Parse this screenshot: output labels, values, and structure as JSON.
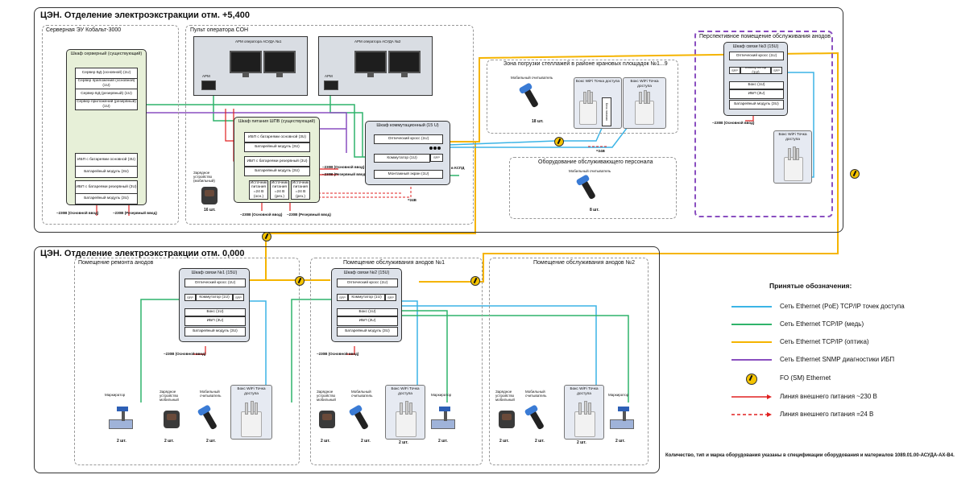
{
  "top_frame": {
    "title": "ЦЭН. Отделение электроэкстракции отм. +5,400",
    "server_room": {
      "title": "Серверная ЭУ Кобальт-3000",
      "cabinet": {
        "title": "Шкаф серверный (существующий)",
        "modules": [
          "Сервер БД (основной) (1U)",
          "Сервер приложений (основной) (1U)",
          "Сервер БД (резервный) (1U)",
          "Сервер приложений (резервный) (1U)",
          "ИБП с батареями основной (3U)",
          "Батарейный модуль (3U)",
          "ИБП с батареями резервный (3U)",
          "Батарейный модуль (3U)"
        ]
      },
      "power_main": "~230В (Основной ввод)",
      "power_reserve": "~230В (Резервный ввод)"
    },
    "operator_room": {
      "title": "Пульт оператора СОН",
      "arm1": "АРМ оператора АСУДА №1",
      "arm2": "АРМ оператора АСУДА №2",
      "arm_label": "АРМ",
      "power_cabinet": {
        "title": "Шкаф питания ШПВ (существующий)",
        "modules": [
          "ИБП с батареями основной (3U)",
          "Батарейный модуль (3U)",
          "ИБП с батареями резервный (3U)",
          "Батарейный модуль (3U)"
        ],
        "psus": [
          "Источник питания =24 В (осн.)",
          "Источник питания =24 В (рез.)",
          "Источник питания =24 В (рез.)"
        ]
      },
      "charger_label": "Зарядное устройство (мобильный)",
      "charger_qty": "16 шт.",
      "power_main": "~230В (Основной ввод)",
      "power_reserve": "~230В (Резервный ввод)",
      "power_main_2": "~230В (Основной ввод)",
      "power_reserve_2": "~230В (Резервный ввод)"
    },
    "comm_cabinet": {
      "title": "Шкаф коммутационный (15 U)",
      "modules": [
        "Оптический кросс (1U)",
        "Коммутатор (1U)",
        "Монтажный экран (1U)"
      ],
      "sfp": "SFP",
      "kspd": "в КСПД",
      "dc": "=24В"
    },
    "loading_zone": {
      "title": "Зона погрузки стеллажей в районе крановых площадок №1...9",
      "scanner_label": "Мобильный считыватель",
      "scanner_qty": "18 шт.",
      "ap_box_title": "Бокс WiFi Точка доступа",
      "ap_box_title_2": "Бокс WiFi",
      "ap_inner": "Блок питания",
      "dc": "=24В"
    },
    "staff_zone": {
      "title": "Оборудование обслуживающего персонала",
      "scanner_label": "Мобильный считыватель",
      "scanner_qty": "8 шт."
    },
    "perspective_room": {
      "title": "Перспективное помещение обслуживания анодов",
      "cabinet": {
        "title": "Шкаф связи №3 (15U)",
        "modules": [
          "Оптический кросс (1U)",
          "Коммутатор (1U)",
          "Бокс (1U)",
          "ИБП (3U)",
          "Батарейный модуль (3U)"
        ],
        "sfp": "SFP"
      },
      "power": "~230В (Основной ввод)",
      "ap_box_title": "Бокс WiFi Точка доступа"
    }
  },
  "bottom_frame": {
    "title": "ЦЭН. Отделение электроэкстракции отм. 0,000",
    "rooms": [
      {
        "title": "Помещение ремонта анодов",
        "cabinet_title": "Шкаф связи №1 (15U)",
        "power": "~230В (Основной ввод)",
        "marker_label": "Маркиратор",
        "marker_qty": "2 шт.",
        "charger_label": "Зарядное устройство мобильный",
        "charger_qty": "2 шт.",
        "scanner_label": "Мобильный считыватель",
        "scanner_qty": "2 шт.",
        "ap_title": "Бокс WiFi Точка доступа"
      },
      {
        "title": "Помещение обслуживания анодов №1",
        "cabinet_title": "Шкаф связи №2 (15U)",
        "power": "~230В (Основной ввод)",
        "charger_label": "Зарядное устройство мобильный",
        "charger_qty": "2 шт.",
        "scanner_label": "Мобильный считыватель",
        "scanner_qty": "2 шт.",
        "ap_title": "Бокс WiFi Точка доступа",
        "ap_qty": "2 шт.",
        "marker_label": "Маркиратор",
        "marker_qty": "2 шт."
      },
      {
        "title": "Помещение обслуживания анодов №2",
        "charger_label": "Зарядное устройство мобильный",
        "charger_qty": "2 шт.",
        "scanner_label": "Мобильный считыватель",
        "scanner_qty": "2 шт.",
        "ap_title": "Бокс WiFi Точка доступа",
        "ap_qty": "2 шт.",
        "marker_label": "Маркиратор",
        "marker_qty": "2 шт."
      }
    ],
    "cabinet_modules": [
      "Оптический кросс (1U)",
      "Коммутатор (1U)",
      "Бокс (1U)",
      "ИБП (3U)",
      "Батарейный модуль (3U)"
    ],
    "sfp": "SFP"
  },
  "legend": {
    "title": "Принятые обозначения:",
    "items": [
      {
        "label": "Сеть Ethernet (PoE) TCP/IP точек доступа",
        "color": "#3bb4e6",
        "style": "solid"
      },
      {
        "label": "Сеть Ethernet TCP/IP (медь)",
        "color": "#2fb36b",
        "style": "solid"
      },
      {
        "label": "Сеть Ethernet TCP/IP (оптика)",
        "color": "#f5b400",
        "style": "solid"
      },
      {
        "label": "Сеть Ethernet SNMP диагностики ИБП",
        "color": "#8a4fc0",
        "style": "solid"
      },
      {
        "label": "FO (SM) Ethernet",
        "color": "#f5c400",
        "style": "icon"
      },
      {
        "label": "Линия внешнего питания ~230 В",
        "color": "#e02020",
        "style": "solid"
      },
      {
        "label": "Линия внешнего питания =24 В",
        "color": "#e02020",
        "style": "dashed"
      }
    ]
  },
  "note": "Количество, тип и марка оборудования указаны в спецификации оборудования и материалов 1089.01.00-АСУДА-АХ-В4."
}
